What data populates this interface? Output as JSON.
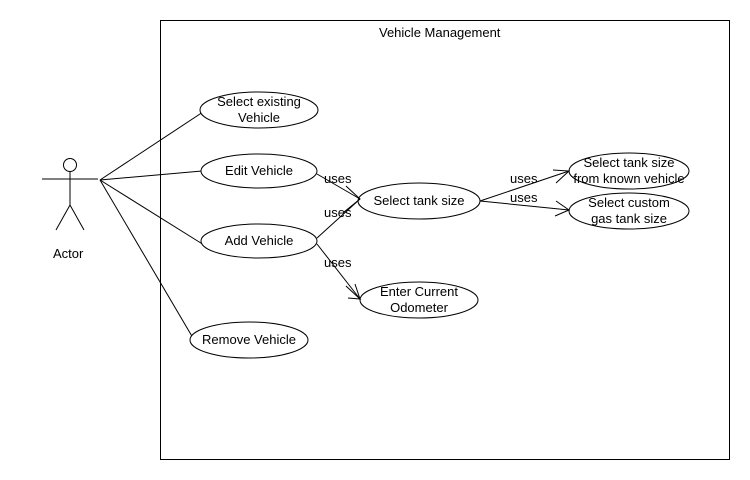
{
  "system": {
    "title": "Vehicle Management"
  },
  "actor": {
    "label": "Actor"
  },
  "use_cases": {
    "select_existing": {
      "line1": "Select existing",
      "line2": "Vehicle"
    },
    "edit_vehicle": {
      "line1": "Edit Vehicle"
    },
    "add_vehicle": {
      "line1": "Add Vehicle"
    },
    "remove_vehicle": {
      "line1": "Remove Vehicle"
    },
    "select_tank_size": {
      "line1": "Select tank size"
    },
    "enter_odometer": {
      "line1": "Enter Current",
      "line2": "Odometer"
    },
    "tank_known": {
      "line1": "Select tank size",
      "line2": "from known vehicle"
    },
    "tank_custom": {
      "line1": "Select custom",
      "line2": "gas tank size"
    }
  },
  "relations": {
    "edit_to_tank": "uses",
    "add_to_tank": "uses",
    "add_to_odometer": "uses",
    "tank_to_known": "uses",
    "tank_to_custom": "uses"
  },
  "colors": {
    "stroke": "#000000",
    "background": "#ffffff"
  }
}
